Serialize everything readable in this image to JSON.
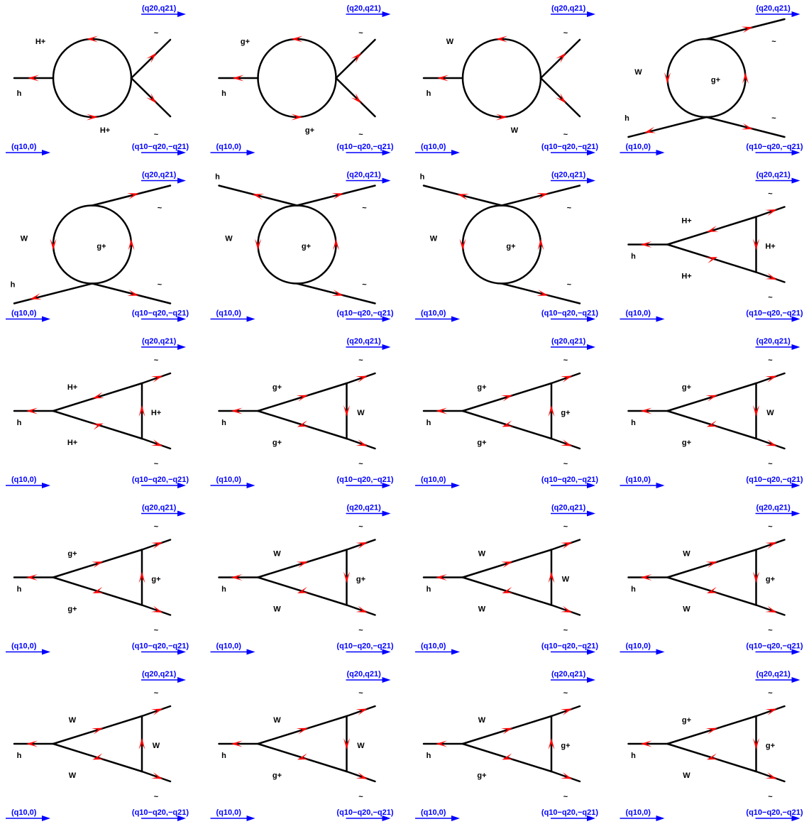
{
  "colors": {
    "line": "#000000",
    "arrow": "#ff0000",
    "momentum": "#0000ff"
  },
  "momenta": {
    "in": "(q10,0)",
    "out1": "(q20,q21)",
    "out2": "(q10−q20,−q21)"
  },
  "diagrams": [
    {
      "topology": "bubble_left",
      "labels": {
        "ext_in": "h",
        "top": "H+",
        "bottom": "H+",
        "out1": "~",
        "out2": "~"
      }
    },
    {
      "topology": "bubble_left",
      "labels": {
        "ext_in": "h",
        "top": "g+",
        "bottom": "g+",
        "out1": "~",
        "out2": "~"
      }
    },
    {
      "topology": "bubble_left",
      "labels": {
        "ext_in": "h",
        "top": "W",
        "bottom": "W",
        "out1": "~",
        "out2": "~"
      }
    },
    {
      "topology": "bubble_right",
      "labels": {
        "ext_in": "h",
        "ext_left": "W",
        "loop": "g+",
        "out1": "~",
        "out2": "~"
      }
    },
    {
      "topology": "bubble_right",
      "labels": {
        "ext_in": "h",
        "ext_left": "W",
        "loop": "g+",
        "out1": "~",
        "out2": "~"
      }
    },
    {
      "topology": "bubble_top",
      "labels": {
        "ext_in": "h",
        "ext_left": "W",
        "loop": "g+",
        "out1": "~",
        "out2": "~"
      }
    },
    {
      "topology": "bubble_top",
      "labels": {
        "ext_in": "h",
        "ext_left": "W",
        "loop": "g+",
        "out1": "~",
        "out2": "~"
      }
    },
    {
      "topology": "triangle",
      "labels": {
        "ext_in": "h",
        "top": "H+",
        "bottom": "H+",
        "side": "H+",
        "out1": "~",
        "out2": "~"
      }
    },
    {
      "topology": "triangle",
      "labels": {
        "ext_in": "h",
        "top": "H+",
        "bottom": "H+",
        "side": "H+",
        "out1": "~",
        "out2": "~"
      }
    },
    {
      "topology": "triangle",
      "labels": {
        "ext_in": "h",
        "top": "g+",
        "bottom": "g+",
        "side": "W",
        "out1": "~",
        "out2": "~"
      }
    },
    {
      "topology": "triangle",
      "labels": {
        "ext_in": "h",
        "top": "g+",
        "bottom": "g+",
        "side": "g+",
        "out1": "~",
        "out2": "~"
      }
    },
    {
      "topology": "triangle",
      "labels": {
        "ext_in": "h",
        "top": "g+",
        "bottom": "g+",
        "side": "W",
        "out1": "~",
        "out2": "~"
      }
    },
    {
      "topology": "triangle",
      "labels": {
        "ext_in": "h",
        "top": "g+",
        "bottom": "g+",
        "side": "g+",
        "out1": "~",
        "out2": "~"
      }
    },
    {
      "topology": "triangle",
      "labels": {
        "ext_in": "h",
        "top": "W",
        "bottom": "W",
        "side": "g+",
        "out1": "~",
        "out2": "~"
      }
    },
    {
      "topology": "triangle",
      "labels": {
        "ext_in": "h",
        "top": "W",
        "bottom": "W",
        "side": "W",
        "out1": "~",
        "out2": "~"
      }
    },
    {
      "topology": "triangle",
      "labels": {
        "ext_in": "h",
        "top": "W",
        "bottom": "W",
        "side": "g+",
        "out1": "~",
        "out2": "~"
      }
    },
    {
      "topology": "triangle",
      "labels": {
        "ext_in": "h",
        "top": "W",
        "bottom": "W",
        "side": "W",
        "out1": "~",
        "out2": "~"
      }
    },
    {
      "topology": "triangle",
      "labels": {
        "ext_in": "h",
        "top": "W",
        "bottom": "g+",
        "side": "W",
        "out1": "~",
        "out2": "~"
      }
    },
    {
      "topology": "triangle",
      "labels": {
        "ext_in": "h",
        "top": "W",
        "bottom": "g+",
        "side": "g+",
        "out1": "~",
        "out2": "~"
      }
    },
    {
      "topology": "triangle",
      "labels": {
        "ext_in": "h",
        "top": "g+",
        "bottom": "W",
        "side": "g+",
        "out1": "~",
        "out2": "~"
      }
    }
  ]
}
